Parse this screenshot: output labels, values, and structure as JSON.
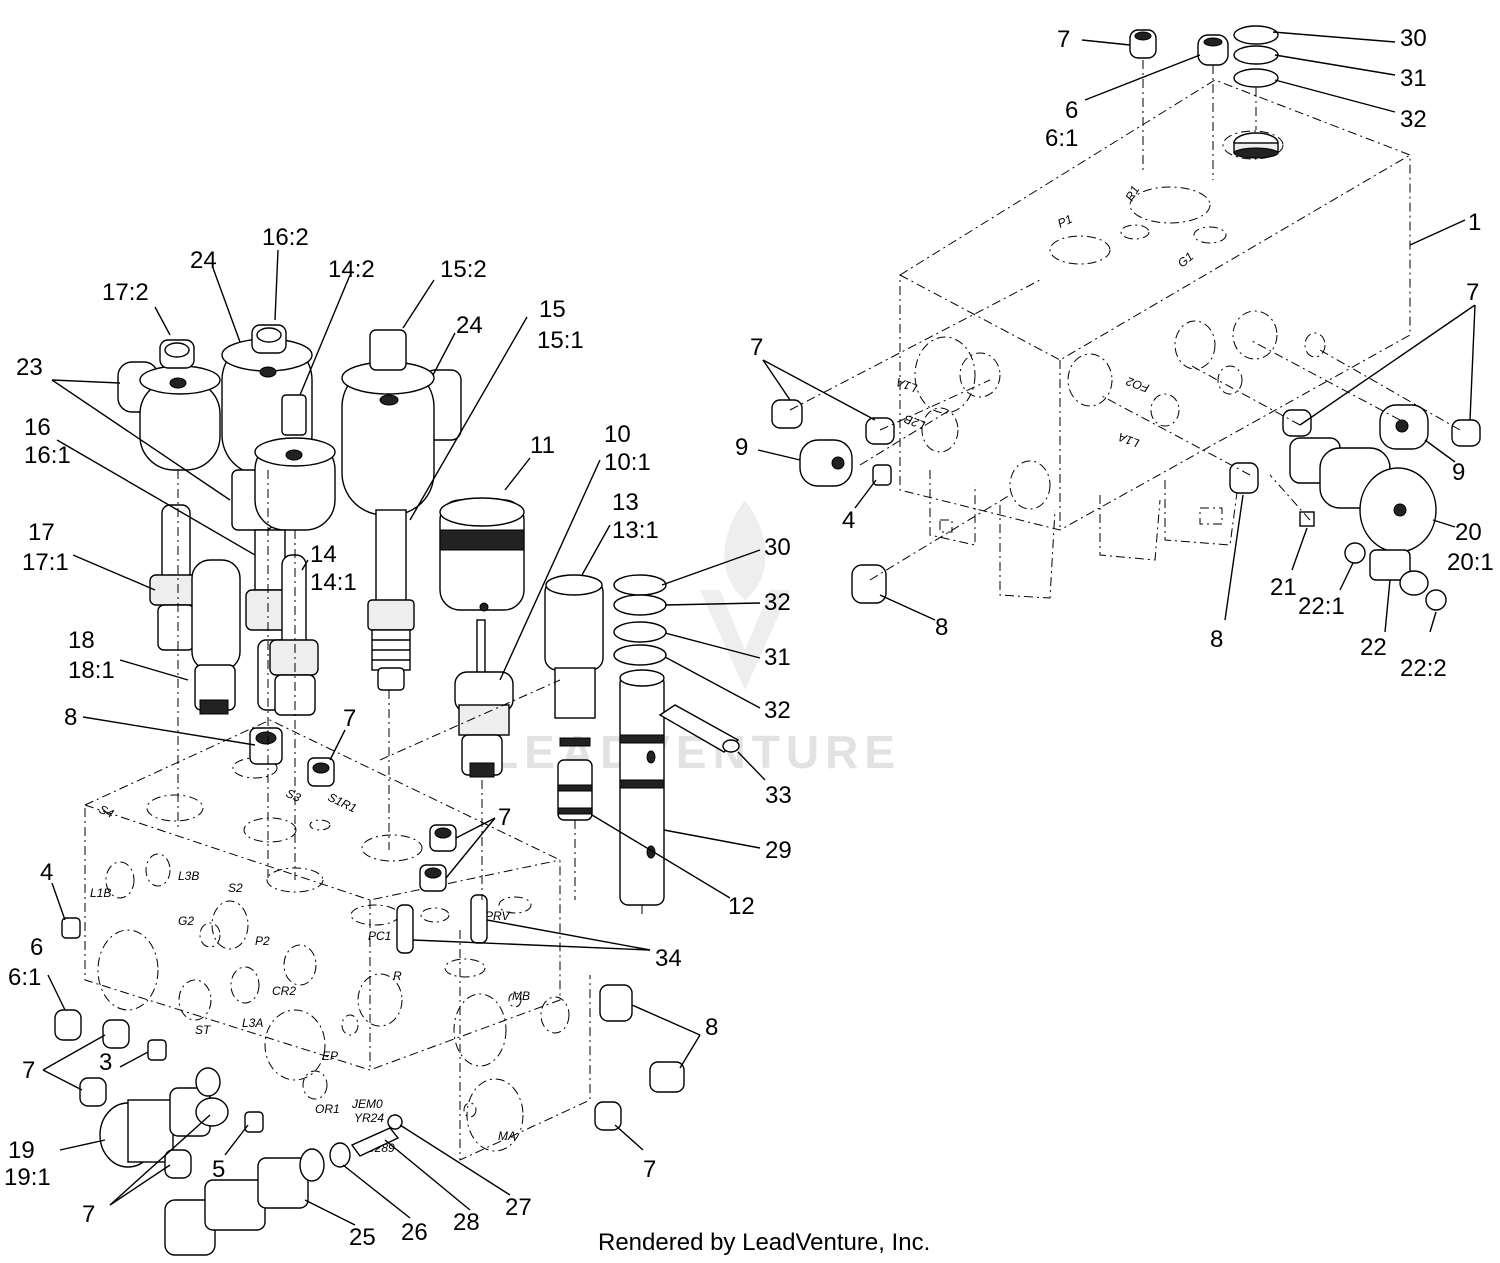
{
  "credit": "Rendered by LeadVenture, Inc.",
  "watermark": "LEADVENTURE",
  "callouts_left": {
    "c17_2": "17:2",
    "c24a": "24",
    "c16_2": "16:2",
    "c14_2": "14:2",
    "c15_2": "15:2",
    "c24b": "24",
    "c15": "15",
    "c15_1": "15:1",
    "c23": "23",
    "c16": "16",
    "c16_1": "16:1",
    "c11": "11",
    "c10": "10",
    "c10_1": "10:1",
    "c13": "13",
    "c13_1": "13:1",
    "c17": "17",
    "c17_1": "17:1",
    "c14": "14",
    "c14_1": "14:1",
    "c30": "30",
    "c32a": "32",
    "c31": "31",
    "c32b": "32",
    "c18": "18",
    "c18_1": "18:1",
    "c8a": "8",
    "c7a": "7",
    "c33": "33",
    "c7b": "7",
    "c29": "29",
    "c12": "12",
    "c4": "4",
    "c34": "34",
    "c6": "6",
    "c6_1": "6:1",
    "c8b": "8",
    "c7c": "7",
    "c3": "3",
    "c19": "19",
    "c19_1": "19:1",
    "c5": "5",
    "c7d": "7",
    "c7e": "7",
    "c27": "27",
    "c28": "28",
    "c26": "26",
    "c25": "25"
  },
  "callouts_right": {
    "c7": "7",
    "c30": "30",
    "c31": "31",
    "c32": "32",
    "c6": "6",
    "c6_1": "6:1",
    "c1": "1",
    "c7a": "7",
    "c7b": "7",
    "c9a": "9",
    "c9b": "9",
    "c4": "4",
    "c20": "20",
    "c20_1": "20:1",
    "c21": "21",
    "c22_1": "22:1",
    "c8a": "8",
    "c8b": "8",
    "c22": "22",
    "c22_2": "22:2"
  },
  "port_marks_left": {
    "s4": "S4",
    "s3": "S3",
    "s1r1": "S1R1",
    "l3b": "L3B",
    "l1b": "L1B",
    "g2": "G2",
    "s2": "S2",
    "p2": "P2",
    "cr2": "CR2",
    "st": "ST",
    "l3a": "L3A",
    "ep": "EP",
    "or1": "OR1",
    "r": "R",
    "pc1": "PC1",
    "prv": "PRV",
    "mb": "MB",
    "ma": "MA",
    "stamp1": "JEM0",
    "stamp2": "YR24",
    "stamp3": "0289"
  },
  "port_marks_right": {
    "p1": "P1",
    "r1": "R1",
    "g1": "G1",
    "l1a": "L1A",
    "l2b": "L2B",
    "fo2": "FO2",
    "l1a_b": "L1A"
  }
}
